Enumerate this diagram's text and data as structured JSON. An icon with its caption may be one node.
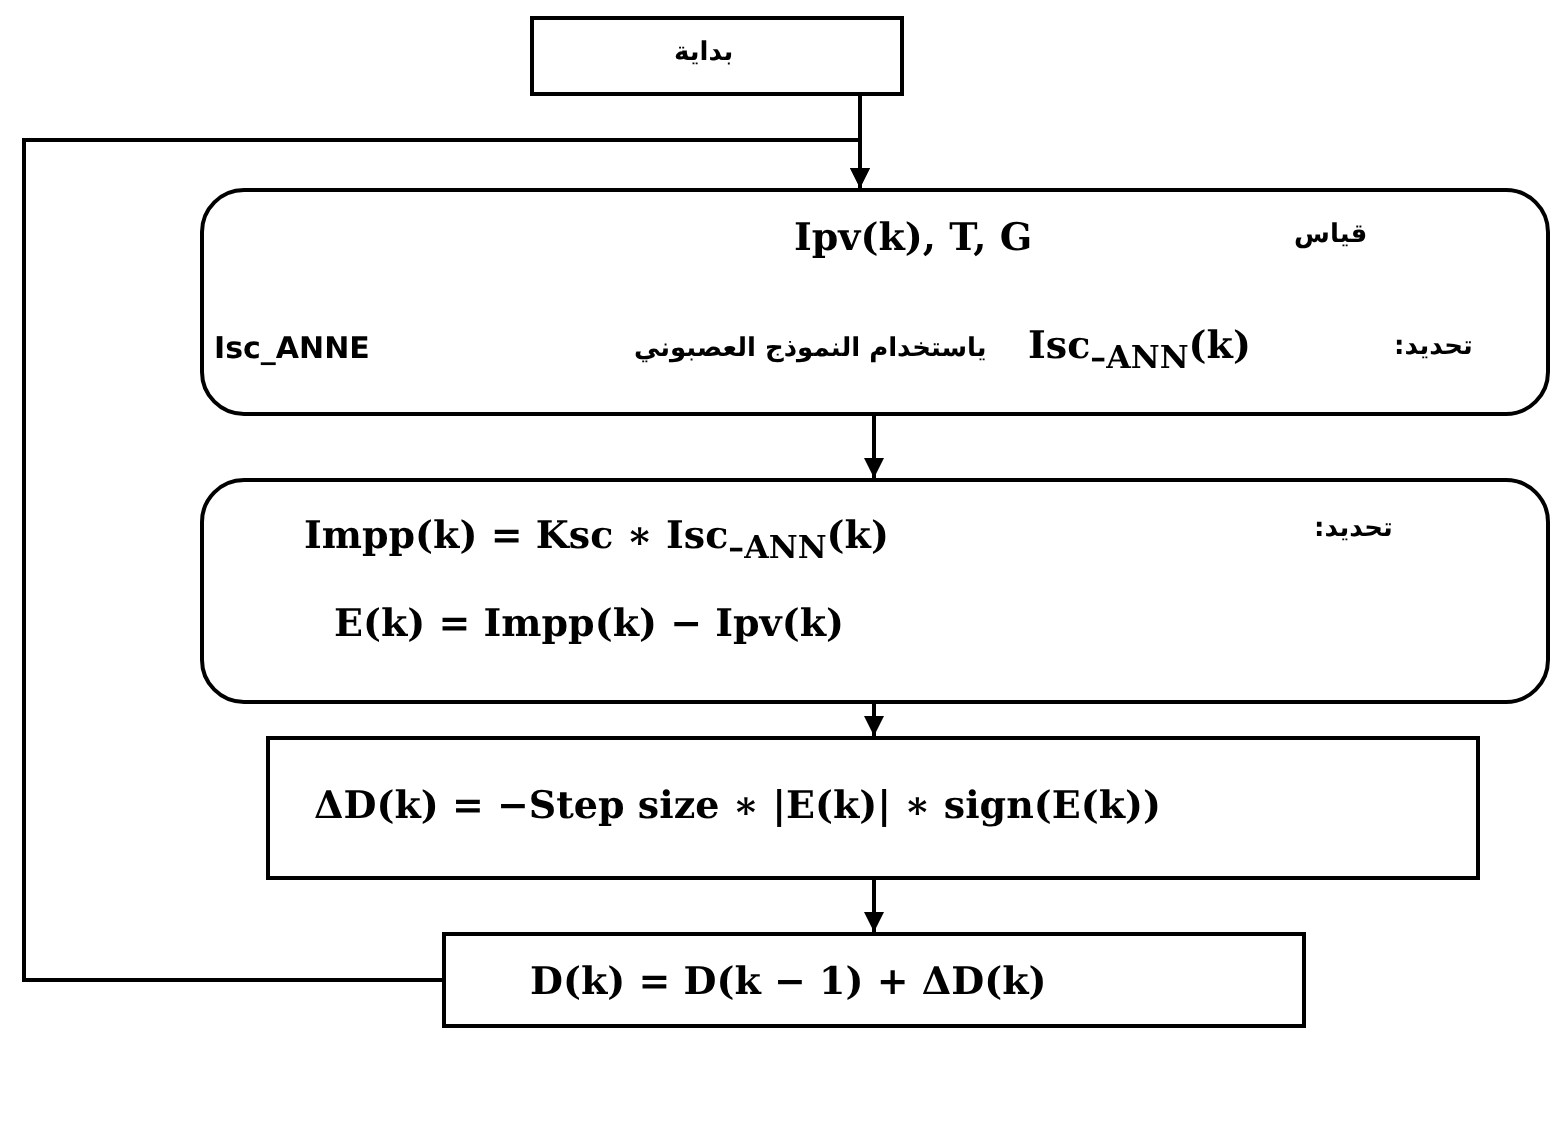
{
  "diagram": {
    "nodes": [
      {
        "text": [
          "بداية"
        ]
      },
      {
        "text": [
          "قياس",
          "Ipv(k), T, G",
          "تحديد:",
          "Isc$_{–ANN}$(k)",
          "ياستخدام النموذج العصبوني",
          "Isc_ANNE"
        ]
      },
      {
        "text": [
          "تحديد:",
          "Impp(k) = Ksc ∗ Isc$_{–ANN}$(k)",
          "E(k) = Impp(k) − Ipv(k)"
        ]
      },
      {
        "text": [
          "ΔD(k) = −Step size ∗ |E(k)| ∗ sign(E(k))"
        ]
      },
      {
        "text": [
          "D(k) = D(k − 1) + ΔD(k)"
        ]
      }
    ],
    "edges": [
      {
        "from": 0,
        "to": 1,
        "arrow": "to"
      },
      {
        "from": 1,
        "to": 2,
        "arrow": "to"
      },
      {
        "from": 2,
        "to": 3,
        "arrow": "to"
      },
      {
        "from": 3,
        "to": 4,
        "arrow": "to"
      },
      {
        "from": 4,
        "to": 1,
        "arrow": "to"
      }
    ]
  }
}
